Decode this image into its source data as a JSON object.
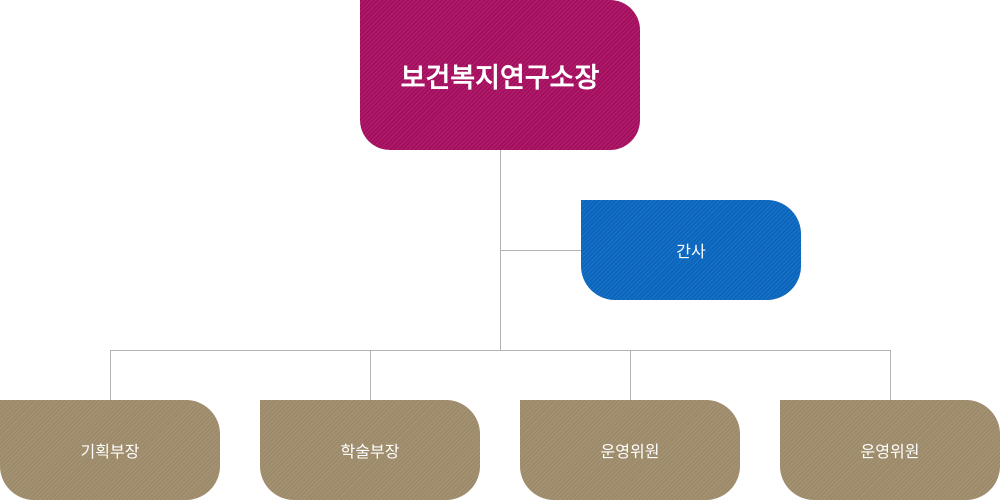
{
  "org_chart": {
    "head": {
      "label": "보건복지연구소장",
      "color": "#a50d5e"
    },
    "secretary": {
      "label": "간사",
      "color": "#0965bd"
    },
    "departments": [
      {
        "label": "기획부장",
        "color": "#9c8a69"
      },
      {
        "label": "학술부장",
        "color": "#9c8a69"
      },
      {
        "label": "운영위원",
        "color": "#9c8a69"
      },
      {
        "label": "운영위원",
        "color": "#9c8a69"
      }
    ]
  }
}
